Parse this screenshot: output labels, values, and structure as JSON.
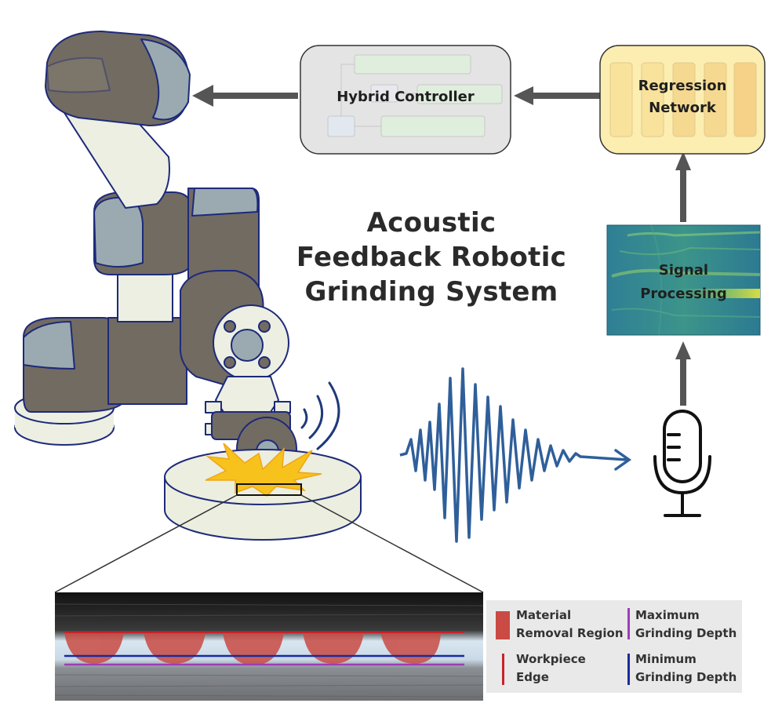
{
  "title": {
    "line1": "Acoustic",
    "line2": "Feedback Robotic",
    "line3": "Grinding System"
  },
  "boxes": {
    "hybrid_controller": "Hybrid Controller",
    "regression_line1": "Regression",
    "regression_line2": "Network",
    "signal_line1": "Signal",
    "signal_line2": "Processing"
  },
  "legend": {
    "material_removal_1": "Material",
    "material_removal_2": "Removal Region",
    "max_depth_1": "Maximum",
    "max_depth_2": "Grinding Depth",
    "workpiece_edge_1": "Workpiece",
    "workpiece_edge_2": "Edge",
    "min_depth_1": "Minimum",
    "min_depth_2": "Grinding Depth"
  },
  "colors": {
    "robot_dark": "#726b62",
    "robot_joint": "#9aaab0",
    "robot_light": "#ecefe2",
    "outline": "#1d2a7a",
    "regression_fill": "#fbeeb0",
    "controller_fill": "#e4e4e4",
    "signal_fill": "#3d8a8a",
    "wave": "#2f5f9a",
    "material_removal": "#c94b44",
    "workpiece_edge": "#c8222b",
    "max_depth": "#a03cb8",
    "min_depth": "#1a2aa0",
    "spark": "#f7c21c"
  },
  "icons": [
    "robot-arm-icon",
    "grinding-wheel-icon",
    "sound-wave-icon",
    "microphone-icon",
    "arrow-icon"
  ]
}
